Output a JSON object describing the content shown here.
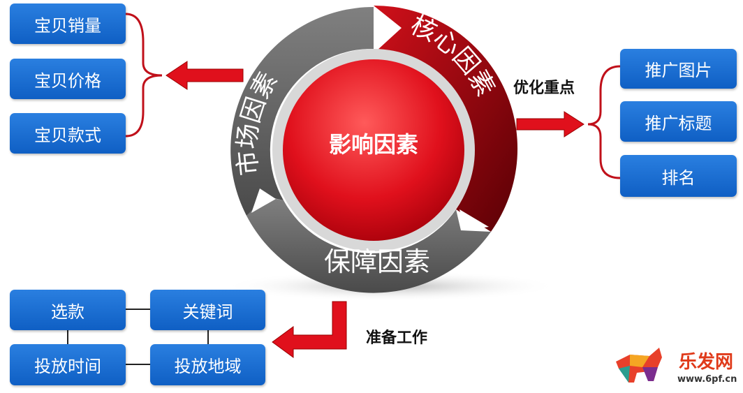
{
  "center": {
    "title": "影响因素"
  },
  "ring": {
    "market": "市场因素",
    "core": "核心因素",
    "support": "保障因素"
  },
  "market_items": [
    "宝贝销量",
    "宝贝价格",
    "宝贝款式"
  ],
  "core_label": "优化重点",
  "core_items": [
    "推广图片",
    "推广标题",
    "排名"
  ],
  "support_label": "准备工作",
  "support_items": [
    "选款",
    "关键词",
    "投放时间",
    "投放地域"
  ],
  "logo": {
    "name": "乐发网",
    "url": "www.6pf.cn"
  },
  "colors": {
    "box": "#1565c8",
    "red": "#e0101c",
    "gray": "#6a6a6a",
    "dark_red": "#8a0008"
  }
}
